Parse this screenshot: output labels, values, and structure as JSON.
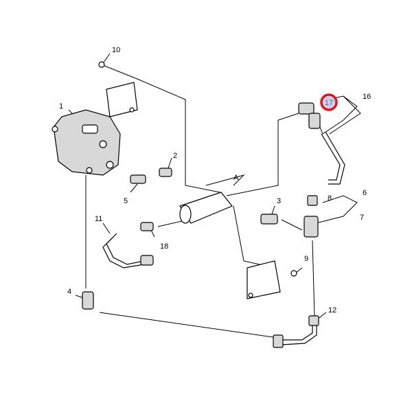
{
  "diagram": {
    "callouts": {
      "c1": "1",
      "c2": "2",
      "c3": "3",
      "c4": "4",
      "c5": "5",
      "c6": "6",
      "c7": "7",
      "c8": "8",
      "c9": "9",
      "c10": "10",
      "c11": "11",
      "c12": "12",
      "c16": "16",
      "c17": "17",
      "c18": "18",
      "cA": "A"
    },
    "highlight": {
      "callout": "17",
      "ring_color": "#e0141e",
      "fill_color": "#c8d2e6"
    }
  }
}
